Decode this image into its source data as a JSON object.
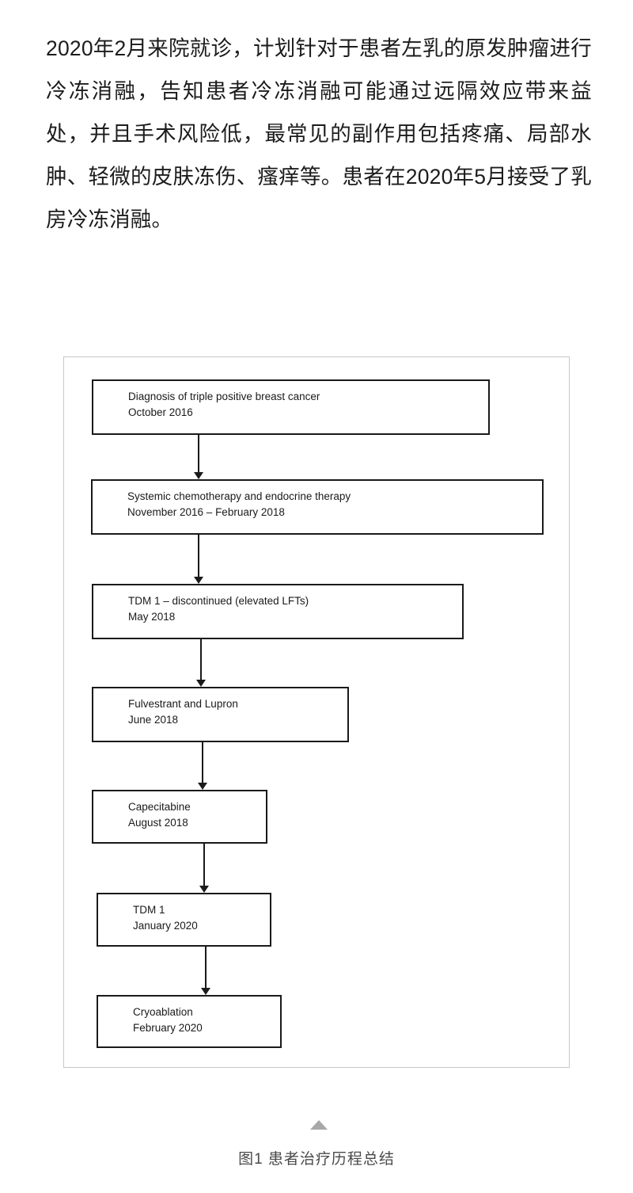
{
  "article": {
    "paragraphs": [
      "2020年2月来院就诊，计划针对于患者左乳的原发肿瘤进行冷冻消融，告知患者冷冻消融可能通过远隔效应带来益处，并且手术风险低，最常见的副作用包括疼痛、局部水肿、轻微的皮肤冻伤、瘙痒等。患者在2020年5月接受了乳房冷冻消融。"
    ]
  },
  "figure": {
    "caption": "图1  患者治疗历程总结",
    "collapse_icon": "triangle-up-icon",
    "flowchart": {
      "type": "flowchart",
      "orientation": "vertical",
      "connector": "down-arrow",
      "nodes": [
        {
          "title": "Diagnosis of triple positive breast cancer",
          "date": "October 2016"
        },
        {
          "title": "Systemic chemotherapy and endocrine therapy",
          "date": "November 2016 – February 2018"
        },
        {
          "title": "TDM 1 – discontinued (elevated LFTs)",
          "date": "May 2018"
        },
        {
          "title": "Fulvestrant and Lupron",
          "date": "June 2018"
        },
        {
          "title": "Capecitabine",
          "date": "August 2018"
        },
        {
          "title": "TDM 1",
          "date": "January 2020"
        },
        {
          "title": "Cryoablation",
          "date": "February 2020"
        }
      ]
    }
  },
  "colors": {
    "node_border": "#1a1a1a",
    "frame_border": "#c8c8c8",
    "text": "#1a1a1a",
    "caption_text": "#4a4a4a",
    "collapse_marker": "#a8a8a8"
  }
}
